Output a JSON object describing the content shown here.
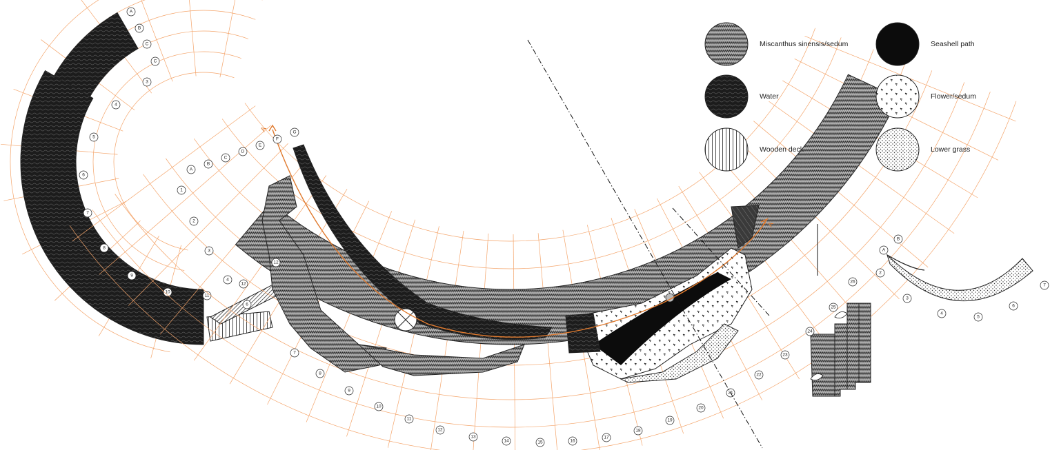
{
  "legend": [
    {
      "id": "miscanthus",
      "label": "Miscanthus sinensis/sedum",
      "pattern": "pat-misc"
    },
    {
      "id": "seashell",
      "label": "Seashell path",
      "pattern": "pat-solid"
    },
    {
      "id": "water",
      "label": "Water",
      "pattern": "pat-water"
    },
    {
      "id": "flower",
      "label": "Flower/sedum",
      "pattern": "pat-flower"
    },
    {
      "id": "deck",
      "label": "Wooden deck",
      "pattern": "pat-deck"
    },
    {
      "id": "grass",
      "label": "Lower grass",
      "pattern": "pat-dots"
    }
  ],
  "section_marker": "A",
  "arc1": {
    "rings": [
      "A",
      "B",
      "C",
      "C"
    ],
    "radials": [
      "3",
      "4",
      "5",
      "6",
      "7",
      "8",
      "9",
      "10",
      "11"
    ]
  },
  "arc2": {
    "rings": [
      "A",
      "B",
      "C",
      "D",
      "E",
      "F",
      "G"
    ],
    "radials": [
      "1",
      "2",
      "3",
      "4",
      "12",
      "12",
      "6",
      "7",
      "8",
      "9",
      "10",
      "11",
      "12",
      "13",
      "14",
      "15",
      "16",
      "17",
      "18",
      "19",
      "20",
      "21",
      "22",
      "23",
      "26"
    ]
  },
  "arc3": {
    "rings": [
      "A",
      "B"
    ],
    "radials": [
      "2",
      "3",
      "4",
      "5",
      "6",
      "7"
    ]
  },
  "aux_markers": [
    "24",
    "25"
  ],
  "colors": {
    "grid": "#f4a46a",
    "section_line": "#e07a2e",
    "ink": "#222222"
  }
}
